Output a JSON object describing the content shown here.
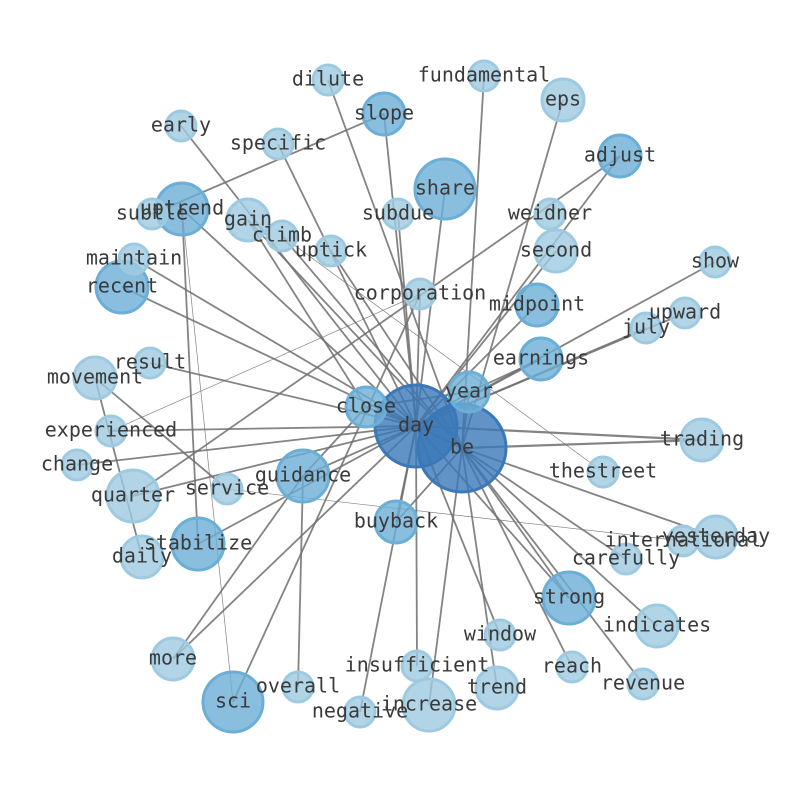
{
  "graph": {
    "colors": {
      "edge": "#6f6f6f",
      "node_light": "#9ecae1",
      "node_mid": "#6baed6",
      "node_dark": "#3a78b8",
      "label": "#3a3a3a"
    },
    "nodes": [
      {
        "id": "be",
        "label": "be",
        "size": 5
      },
      {
        "id": "day",
        "label": "day",
        "size": 5
      },
      {
        "id": "year",
        "label": "year",
        "size": 2
      },
      {
        "id": "close",
        "label": "close",
        "size": 2
      },
      {
        "id": "share",
        "label": "share",
        "size": 3
      },
      {
        "id": "sci",
        "label": "sci",
        "size": 3
      },
      {
        "id": "guidance",
        "label": "guidance",
        "size": 3
      },
      {
        "id": "strong",
        "label": "strong",
        "size": 3
      },
      {
        "id": "stabilize",
        "label": "stabilize",
        "size": 3
      },
      {
        "id": "uptrend",
        "label": "uptrend",
        "size": 3
      },
      {
        "id": "recent",
        "label": "recent",
        "size": 3
      },
      {
        "id": "quarter",
        "label": "quarter",
        "size": 3
      },
      {
        "id": "increase",
        "label": "increase",
        "size": 3
      },
      {
        "id": "midpoint",
        "label": "midpoint",
        "size": 2
      },
      {
        "id": "earnings",
        "label": "earnings",
        "size": 2
      },
      {
        "id": "buyback",
        "label": "buyback",
        "size": 2
      },
      {
        "id": "slope",
        "label": "slope",
        "size": 2
      },
      {
        "id": "adjust",
        "label": "adjust",
        "size": 2
      },
      {
        "id": "gain",
        "label": "gain",
        "size": 2
      },
      {
        "id": "second",
        "label": "second",
        "size": 2
      },
      {
        "id": "trading",
        "label": "trading",
        "size": 2
      },
      {
        "id": "eps",
        "label": "eps",
        "size": 2
      },
      {
        "id": "movement",
        "label": "movement",
        "size": 2
      },
      {
        "id": "daily",
        "label": "daily",
        "size": 2
      },
      {
        "id": "more",
        "label": "more",
        "size": 2
      },
      {
        "id": "trend",
        "label": "trend",
        "size": 2
      },
      {
        "id": "yesterday",
        "label": "yesterday",
        "size": 2
      },
      {
        "id": "indicates",
        "label": "indicates",
        "size": 2
      },
      {
        "id": "corporation",
        "label": "corporation",
        "size": 1
      },
      {
        "id": "service",
        "label": "service",
        "size": 1
      },
      {
        "id": "experienced",
        "label": "experienced",
        "size": 1
      },
      {
        "id": "international",
        "label": "international",
        "size": 1
      },
      {
        "id": "subtle",
        "label": "subtle",
        "size": 1
      },
      {
        "id": "subdue",
        "label": "subdue",
        "size": 1
      },
      {
        "id": "weidner",
        "label": "weidner",
        "size": 1
      },
      {
        "id": "climb",
        "label": "climb",
        "size": 1
      },
      {
        "id": "uptick",
        "label": "uptick",
        "size": 1
      },
      {
        "id": "maintain",
        "label": "maintain",
        "size": 1
      },
      {
        "id": "specific",
        "label": "specific",
        "size": 1
      },
      {
        "id": "early",
        "label": "early",
        "size": 1
      },
      {
        "id": "dilute",
        "label": "dilute",
        "size": 1
      },
      {
        "id": "fundamental",
        "label": "fundamental",
        "size": 1
      },
      {
        "id": "show",
        "label": "show",
        "size": 1
      },
      {
        "id": "upward",
        "label": "upward",
        "size": 1
      },
      {
        "id": "july",
        "label": "july",
        "size": 1
      },
      {
        "id": "result",
        "label": "result",
        "size": 1
      },
      {
        "id": "change",
        "label": "change",
        "size": 1
      },
      {
        "id": "thestreet",
        "label": "thestreet",
        "size": 1
      },
      {
        "id": "carefully",
        "label": "carefully",
        "size": 1
      },
      {
        "id": "window",
        "label": "window",
        "size": 1
      },
      {
        "id": "insufficient",
        "label": "insufficient",
        "size": 1
      },
      {
        "id": "reach",
        "label": "reach",
        "size": 1
      },
      {
        "id": "revenue",
        "label": "revenue",
        "size": 1
      },
      {
        "id": "overall",
        "label": "overall",
        "size": 1
      },
      {
        "id": "negative",
        "label": "negative",
        "size": 1
      }
    ],
    "edges": [
      {
        "source": "day",
        "target": "be",
        "weight": 2
      },
      {
        "source": "day",
        "target": "trading",
        "weight": 2
      },
      {
        "source": "be",
        "target": "trading",
        "weight": 2
      },
      {
        "source": "day",
        "target": "year",
        "weight": 1
      },
      {
        "source": "day",
        "target": "close",
        "weight": 1
      },
      {
        "source": "day",
        "target": "share",
        "weight": 1
      },
      {
        "source": "day",
        "target": "uptrend",
        "weight": 1
      },
      {
        "source": "day",
        "target": "recent",
        "weight": 1
      },
      {
        "source": "day",
        "target": "earnings",
        "weight": 1
      },
      {
        "source": "day",
        "target": "midpoint",
        "weight": 1
      },
      {
        "source": "day",
        "target": "adjust",
        "weight": 1
      },
      {
        "source": "day",
        "target": "second",
        "weight": 1
      },
      {
        "source": "day",
        "target": "show",
        "weight": 1
      },
      {
        "source": "day",
        "target": "upward",
        "weight": 1
      },
      {
        "source": "day",
        "target": "july",
        "weight": 1
      },
      {
        "source": "day",
        "target": "result",
        "weight": 1
      },
      {
        "source": "day",
        "target": "maintain",
        "weight": 1
      },
      {
        "source": "day",
        "target": "specific",
        "weight": 1
      },
      {
        "source": "day",
        "target": "slope",
        "weight": 1
      },
      {
        "source": "day",
        "target": "subdue",
        "weight": 1
      },
      {
        "source": "day",
        "target": "corporation",
        "weight": 1
      },
      {
        "source": "day",
        "target": "buyback",
        "weight": 1
      },
      {
        "source": "day",
        "target": "guidance",
        "weight": 1
      },
      {
        "source": "day",
        "target": "stabilize",
        "weight": 1
      },
      {
        "source": "day",
        "target": "quarter",
        "weight": 1
      },
      {
        "source": "day",
        "target": "more",
        "weight": 1
      },
      {
        "source": "day",
        "target": "window",
        "weight": 1
      },
      {
        "source": "day",
        "target": "insufficient",
        "weight": 1
      },
      {
        "source": "day",
        "target": "negative",
        "weight": 1
      },
      {
        "source": "day",
        "target": "strong",
        "weight": 1
      },
      {
        "source": "day",
        "target": "experienced",
        "weight": 1
      },
      {
        "source": "day",
        "target": "change",
        "weight": 1
      },
      {
        "source": "day",
        "target": "early",
        "weight": 1
      },
      {
        "source": "be",
        "target": "strong",
        "weight": 1
      },
      {
        "source": "be",
        "target": "indicates",
        "weight": 1
      },
      {
        "source": "be",
        "target": "revenue",
        "weight": 1
      },
      {
        "source": "be",
        "target": "reach",
        "weight": 1
      },
      {
        "source": "be",
        "target": "carefully",
        "weight": 1
      },
      {
        "source": "be",
        "target": "yesterday",
        "weight": 1
      },
      {
        "source": "be",
        "target": "trend",
        "weight": 1
      },
      {
        "source": "be",
        "target": "increase",
        "weight": 1
      },
      {
        "source": "be",
        "target": "eps",
        "weight": 1
      },
      {
        "source": "be",
        "target": "fundamental",
        "weight": 1
      },
      {
        "source": "be",
        "target": "gain",
        "weight": 1
      },
      {
        "source": "be",
        "target": "uptick",
        "weight": 1
      },
      {
        "source": "be",
        "target": "climb",
        "weight": 1
      },
      {
        "source": "be",
        "target": "dilute",
        "weight": 1
      },
      {
        "source": "be",
        "target": "buyback",
        "weight": 1
      },
      {
        "source": "be",
        "target": "year",
        "weight": 1
      },
      {
        "source": "year",
        "target": "earnings",
        "weight": 1
      },
      {
        "source": "year",
        "target": "close",
        "weight": 1
      },
      {
        "source": "close",
        "target": "guidance",
        "weight": 1
      },
      {
        "source": "close",
        "target": "gain",
        "weight": 1
      },
      {
        "source": "guidance",
        "target": "overall",
        "weight": 1
      },
      {
        "source": "guidance",
        "target": "more",
        "weight": 1
      },
      {
        "source": "corporation",
        "target": "sci",
        "weight": 1
      },
      {
        "source": "corporation",
        "target": "experienced",
        "weight": 0.5
      },
      {
        "source": "slope",
        "target": "subtle",
        "weight": 1
      },
      {
        "source": "service",
        "target": "movement",
        "weight": 1
      },
      {
        "source": "service",
        "target": "international",
        "weight": 0.5
      },
      {
        "source": "uptrend",
        "target": "stabilize",
        "weight": 1
      },
      {
        "source": "uptrend",
        "target": "sci",
        "weight": 0.5
      },
      {
        "source": "daily",
        "target": "movement",
        "weight": 1
      },
      {
        "source": "climb",
        "target": "thestreet",
        "weight": 0.5
      },
      {
        "source": "adjust",
        "target": "quarter",
        "weight": 1
      }
    ]
  }
}
